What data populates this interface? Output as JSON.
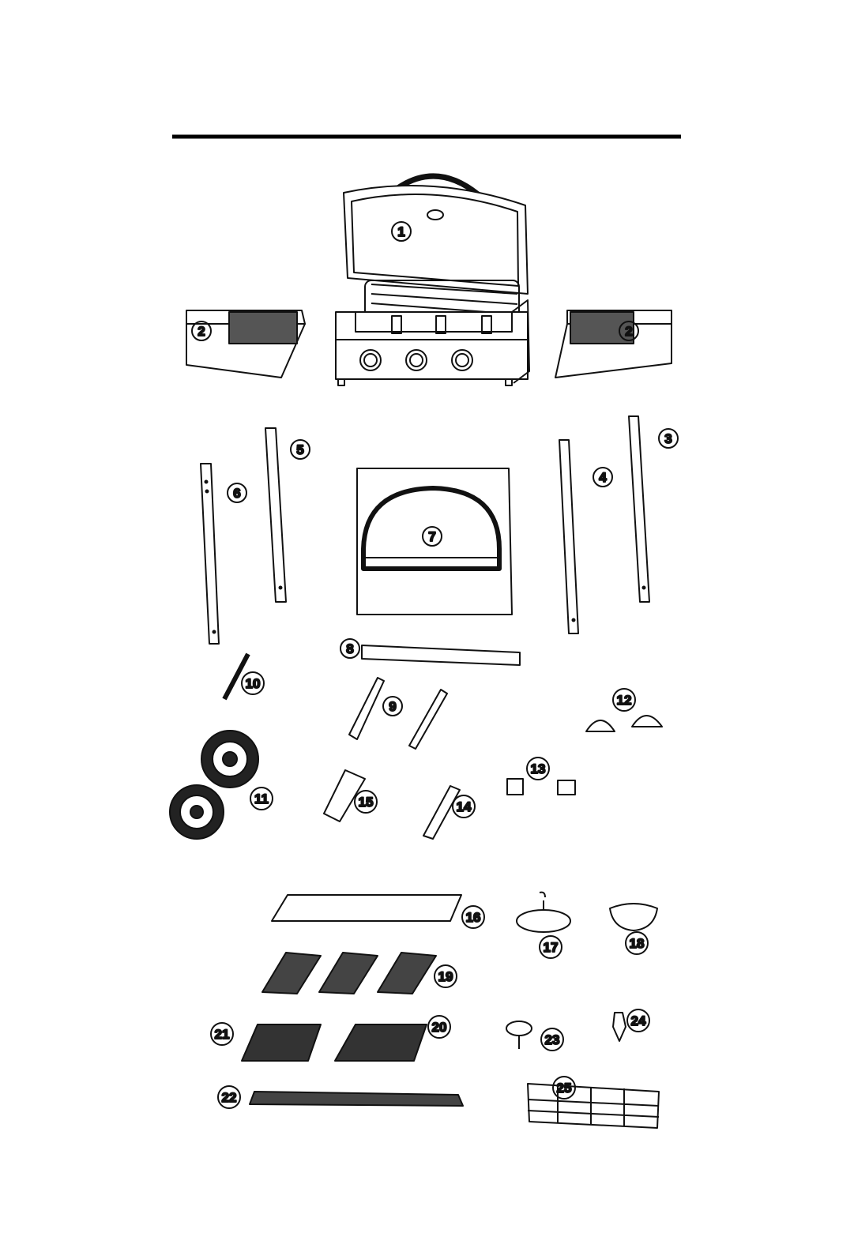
{
  "parts": [
    {
      "id": "lid",
      "label": "1"
    },
    {
      "id": "side-shelf-left",
      "label": "2"
    },
    {
      "id": "side-shelf-right",
      "label": "2"
    },
    {
      "id": "leg-3",
      "label": "3"
    },
    {
      "id": "leg-4",
      "label": "4"
    },
    {
      "id": "leg-5",
      "label": "5"
    },
    {
      "id": "leg-6",
      "label": "6"
    },
    {
      "id": "back-panel",
      "label": "7"
    },
    {
      "id": "front-bar",
      "label": "8"
    },
    {
      "id": "side-braces",
      "label": "9"
    },
    {
      "id": "axle",
      "label": "10"
    },
    {
      "id": "wheels",
      "label": "11"
    },
    {
      "id": "caster-feet",
      "label": "12"
    },
    {
      "id": "tank-brackets",
      "label": "13"
    },
    {
      "id": "bracket-14",
      "label": "14"
    },
    {
      "id": "bracket-15",
      "label": "15"
    },
    {
      "id": "grease-tray",
      "label": "16"
    },
    {
      "id": "cup-ring",
      "label": "17"
    },
    {
      "id": "grease-cup",
      "label": "18"
    },
    {
      "id": "heat-tents",
      "label": "19"
    },
    {
      "id": "cooking-grate-20",
      "label": "20"
    },
    {
      "id": "cooking-grate-21",
      "label": "21"
    },
    {
      "id": "warming-rack",
      "label": "22"
    },
    {
      "id": "thermometer",
      "label": "23"
    },
    {
      "id": "igniter",
      "label": "24"
    },
    {
      "id": "bottom-basket",
      "label": "25"
    }
  ]
}
